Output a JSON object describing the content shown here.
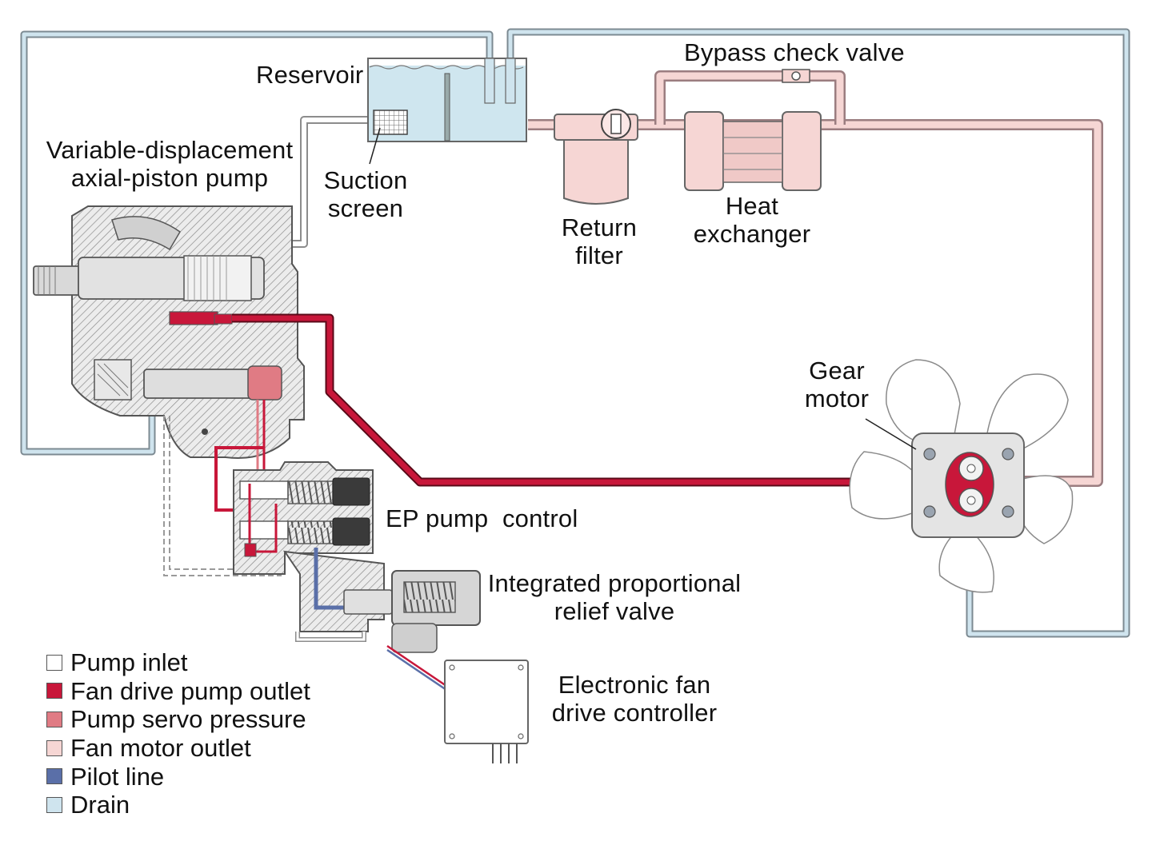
{
  "labels": {
    "reservoir": "Reservoir",
    "bypass_check_valve": "Bypass check valve",
    "pump": [
      "Variable-displacement",
      "axial-piston pump"
    ],
    "suction_screen": [
      "Suction",
      "screen"
    ],
    "return_filter": [
      "Return",
      "filter"
    ],
    "heat_exchanger": [
      "Heat",
      "exchanger"
    ],
    "gear_motor": [
      "Gear",
      "motor"
    ],
    "ep_pump_control": "EP pump  control",
    "relief_valve": [
      "Integrated proportional",
      "relief valve"
    ],
    "controller": [
      "Electronic fan",
      "drive controller"
    ]
  },
  "legend": [
    {
      "label": "Pump inlet",
      "color": "#ffffff"
    },
    {
      "label": "Fan drive pump outlet",
      "color": "#c8173a"
    },
    {
      "label": "Pump servo pressure",
      "color": "#e07b84"
    },
    {
      "label": "Fan motor outlet",
      "color": "#f6d6d4"
    },
    {
      "label": "Pilot line",
      "color": "#5a6fa8"
    },
    {
      "label": "Drain",
      "color": "#cfe4ee"
    }
  ],
  "colors": {
    "pump_inlet": "#ffffff",
    "fan_drive_pump_outlet": "#c8173a",
    "pump_servo_pressure": "#e07b84",
    "fan_motor_outlet": "#f6d6d4",
    "pilot_line": "#5a6fa8",
    "drain": "#cfe4ee",
    "outline": "#8a8a8a",
    "housing": "#e4e4e4",
    "fluid": "#cfe6ef"
  }
}
